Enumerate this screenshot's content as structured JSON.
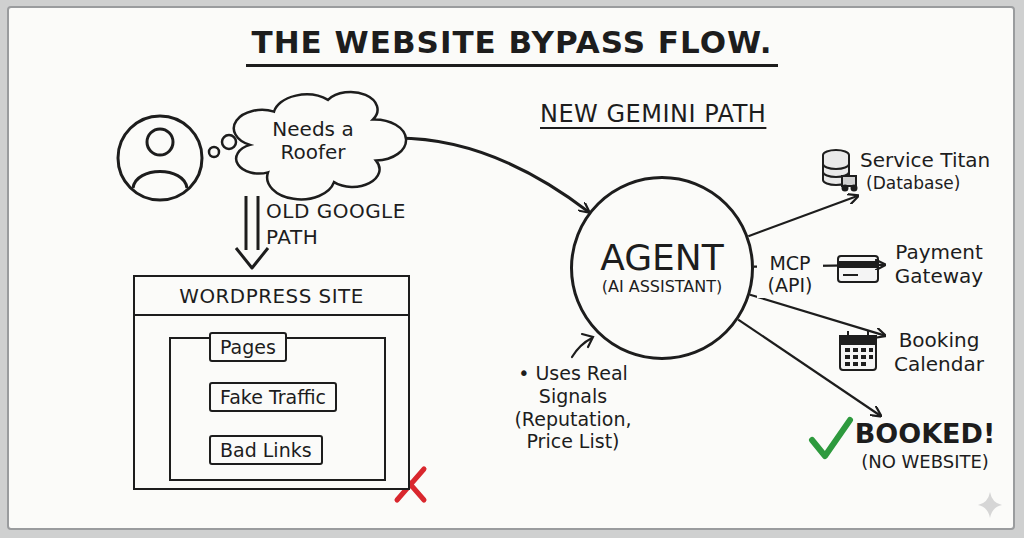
{
  "diagram": {
    "title": "THE WEBSITE BYPASS FLOW.",
    "nodes": [
      {
        "text": [
          "Needs a Roofer"
        ]
      },
      {
        "text": [
          "WORDPRESS SITE"
        ]
      },
      {
        "text": [
          "Pages"
        ],
        "in": 1
      },
      {
        "text": [
          "Fake Traffic"
        ],
        "in": 1
      },
      {
        "text": [
          "Bad Links"
        ],
        "in": 1
      },
      {
        "text": [
          "AGENT",
          "(AI ASSISTANT)"
        ]
      },
      {
        "text": [
          "Service Titan",
          "(Database)"
        ]
      },
      {
        "text": [
          "Payment Gateway"
        ]
      },
      {
        "text": [
          "Booking Calendar"
        ]
      },
      {
        "text": [
          "BOOKED!",
          "(NO WEBSITE)"
        ]
      }
    ],
    "edges": [
      {
        "from": 0,
        "to": 5,
        "arrow": "to"
      },
      {
        "from": 2,
        "to": 3,
        "arrow": "to"
      },
      {
        "from": 3,
        "to": 4,
        "arrow": "to"
      },
      {
        "from": 4,
        "to": 2,
        "arrow": "to"
      },
      {
        "from": 2,
        "to": 4,
        "arrow": "to"
      },
      {
        "from": 5,
        "to": 6,
        "arrow": "to"
      },
      {
        "from": 5,
        "to": 7,
        "arrow": "to"
      },
      {
        "from": 5,
        "to": 8,
        "arrow": "to"
      },
      {
        "from": 5,
        "to": 9,
        "arrow": "to"
      }
    ],
    "labels": [
      "OLD GOOGLE PATH",
      "NEW GEMINI PATH",
      "MCP (API)",
      "• Uses Real Signals (Reputation, Price List)"
    ]
  }
}
